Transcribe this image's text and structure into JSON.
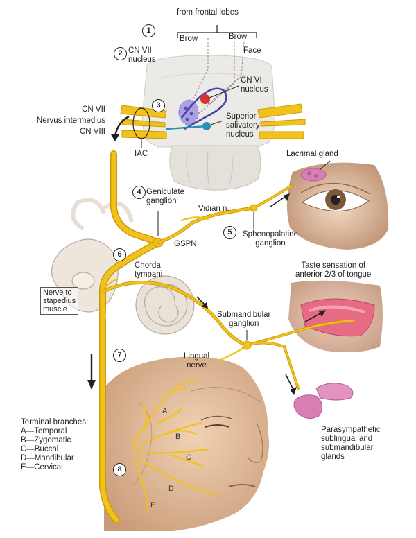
{
  "numbers": {
    "n1": "1",
    "n2": "2",
    "n3": "3",
    "n4": "4",
    "n5": "5",
    "n6": "6",
    "n7": "7",
    "n8": "8"
  },
  "labels": {
    "from_frontal_lobes": "from frontal lobes",
    "brow_left": "Brow",
    "brow_right": "Brow",
    "face": "Face",
    "cn7_nucleus_line1": "CN VII",
    "cn7_nucleus_line2": "nucleus",
    "cn6_nucleus_line1": "CN VI",
    "cn6_nucleus_line2": "nucleus",
    "cn7": "CN VII",
    "nervus_intermedius": "Nervus intermedius",
    "cn8": "CN VIII",
    "superior_salivatory_line1": "Superior",
    "superior_salivatory_line2": "salivatory",
    "superior_salivatory_line3": "nucleus",
    "iac": "IAC",
    "lacrimal_gland": "Lacrimal gland",
    "geniculate_line1": "Geniculate",
    "geniculate_line2": "ganglion",
    "vidian": "Vidian n.",
    "sphenopalatine_line1": "Sphenopalatine",
    "sphenopalatine_line2": "ganglion",
    "gspn": "GSPN",
    "chorda_line1": "Chorda",
    "chorda_line2": "tympani",
    "taste_line1": "Taste sensation of",
    "taste_line2": "anterior 2/3 of tongue",
    "stapedius_line1": "Nerve to",
    "stapedius_line2": "stapedius",
    "stapedius_line3": "muscle",
    "submandibular_ganglion_line1": "Submandibular",
    "submandibular_ganglion_line2": "ganglion",
    "lingual_line1": "Lingual",
    "lingual_line2": "nerve",
    "parasympathetic_line1": "Parasympathetic",
    "parasympathetic_line2": "sublingual and",
    "parasympathetic_line3": "submandibular",
    "parasympathetic_line4": "glands"
  },
  "terminal_branches": {
    "title": "Terminal branches:",
    "items": [
      "A—Temporal",
      "B—Zygomatic",
      "C—Buccal",
      "D—Mandibular",
      "E—Cervical"
    ]
  },
  "face_letters": {
    "a": "A",
    "b": "B",
    "c": "C",
    "d": "D",
    "e": "E"
  },
  "colors": {
    "nerve": "#f2c21a",
    "nerve_outline": "#c99a0c",
    "brainstem": "#ece9e4",
    "skin": "#e8c8a8",
    "gland": "#d77fb3",
    "nucleus_blue": "#2b8fb8",
    "nucleus_red": "#d7372b",
    "tongue": "#e86b86"
  }
}
